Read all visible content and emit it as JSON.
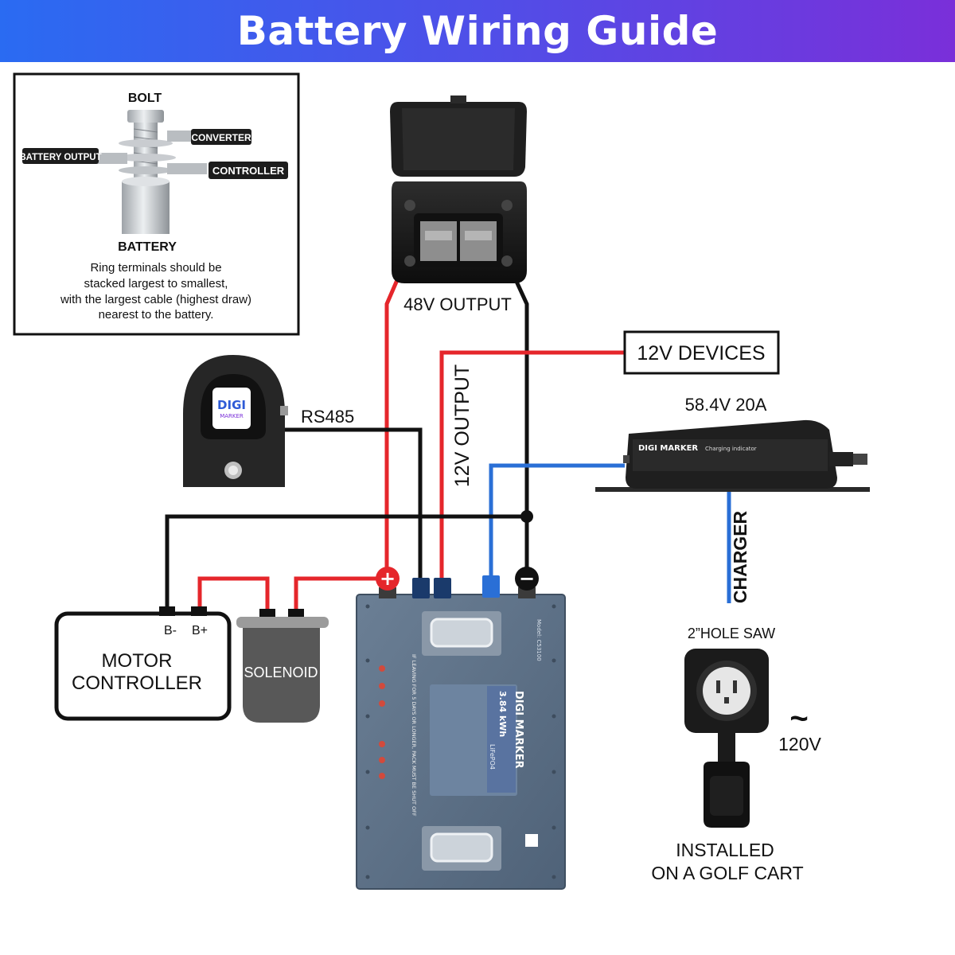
{
  "title": "Battery Wiring Guide",
  "inset": {
    "bolt": "BOLT",
    "converter": "CONVERTER",
    "battery_output": "BATTERY OUTPUT",
    "controller": "CONTROLLER",
    "battery": "BATTERY",
    "note_lines": [
      "Ring terminals should be",
      "stacked largest to smallest,",
      "with the largest cable (highest draw)",
      "nearest to the battery."
    ]
  },
  "labels": {
    "output_48v": "48V OUTPUT",
    "devices_12v": "12V DEVICES",
    "output_12v": "12V OUTPUT",
    "rs485": "RS485",
    "charger_rating": "58.4V 20A",
    "charger": "CHARGER",
    "hole_saw": "2”HOLE SAW",
    "ac_symbol": "~",
    "voltage_120": "120V",
    "installed_line1": "INSTALLED",
    "installed_line2": "ON A GOLF CART",
    "b_minus": "B-",
    "b_plus": "B+",
    "motor_line1": "MOTOR",
    "motor_line2": "CONTROLLER",
    "solenoid": "SOLENOID",
    "plus_sign": "+",
    "minus_sign": "−"
  },
  "devices": {
    "monitor_brand_line1": "DIGI",
    "monitor_brand_line2": "MARKER",
    "charger_brand": "DIGI MARKER",
    "charger_indicator": "Charging indicator",
    "battery_brand": "DIGI MARKER",
    "battery_capacity": "3.84 kWh",
    "battery_chem": "LiFePO4",
    "battery_model": "Model: C53100",
    "battery_warning": "IF LEAVING FOR 5 DAYS OR LONGER, PACK MUST BE SHUT OFF"
  },
  "colors": {
    "positive_wire": "#e5262b",
    "negative_wire": "#111111",
    "charger_wire": "#2a6fd6",
    "battery_body": "#5e7288",
    "header_start": "#2a6bf2",
    "header_end": "#7a2fd9"
  }
}
